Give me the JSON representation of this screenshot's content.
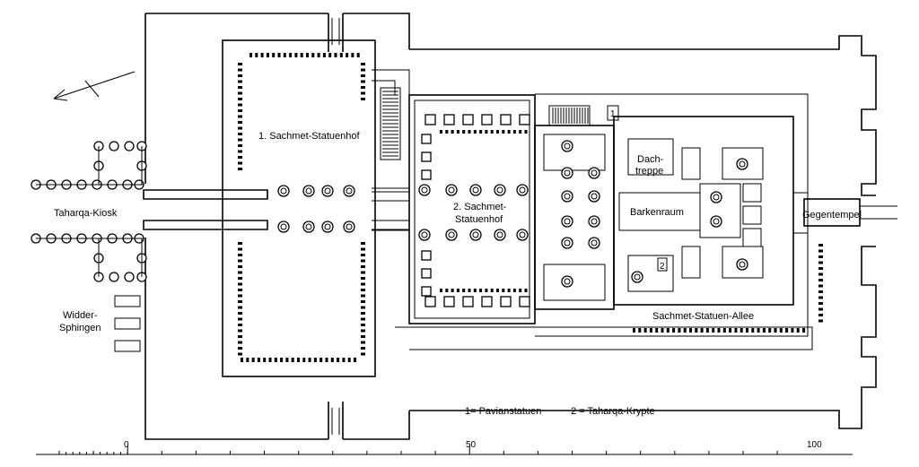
{
  "labels": {
    "hof1": "1. Sachmet-Statuenhof",
    "hof2_line1": "2. Sachmet-",
    "hof2_line2": "Statuenhof",
    "kiosk": "Taharqa-Kiosk",
    "widder_line1": "Widder-",
    "widder_line2": "Sphingen",
    "dach_line1": "Dach-",
    "dach_line2": "treppe",
    "barken": "Barkenraum",
    "gegentempel": "Gegentempel",
    "allee": "Sachmet-Statuen-Allee",
    "marker1": "1",
    "marker2": "2"
  },
  "legend": {
    "item1": "1= Pavianstatuen",
    "item2": "2 = Taharqa-Krypte"
  },
  "scale": {
    "ticks": [
      "0",
      "50",
      "100"
    ]
  }
}
